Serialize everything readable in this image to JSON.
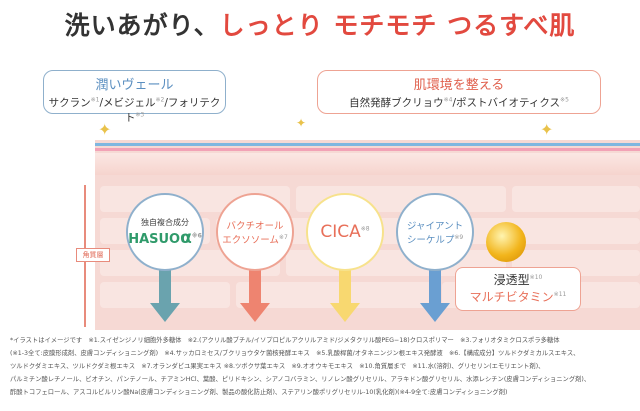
{
  "title": {
    "black": "洗いあがり、",
    "red": "しっとり モチモチ つるすべ肌"
  },
  "veil": {
    "heading": "潤いヴェール",
    "items": [
      {
        "name": "サクラン",
        "note": "※1"
      },
      {
        "name": "/メビジェル",
        "note": "※2"
      },
      {
        "name": "/フォリテクト",
        "note": "※3"
      }
    ]
  },
  "balance": {
    "heading": "肌環境を整える",
    "items": [
      {
        "name": "自然発酵ブクリョウ",
        "note": "※4"
      },
      {
        "name": "/ポストバイオティクス",
        "note": "※5"
      }
    ]
  },
  "layer_label": "角質層",
  "ingredients": [
    {
      "line1": "独自複合成分",
      "line2": "HASUO",
      "alpha": "α",
      "note": "※6",
      "color": "#2f9a6a",
      "border": "#8fb0cc",
      "arrow": "#5f9aa8"
    },
    {
      "line1": "バクチオール",
      "line2": "エクソソーム",
      "note": "※7",
      "color": "#e8705a",
      "border": "#eea393",
      "arrow": "#ec7a66"
    },
    {
      "line1": "CICA",
      "note": "※8",
      "color": "#e8705a",
      "border": "#f7e28c",
      "arrow": "#f7d46a"
    },
    {
      "line1": "ジャイアント",
      "line2": "シーケルプ",
      "note": "※9",
      "color": "#5b8fc0",
      "border": "#8fb0cc",
      "arrow": "#5b8fc0"
    }
  ],
  "vitamin": {
    "line1": "浸透型",
    "note1": "※10",
    "line2": "マルチビタミン",
    "note2": "※11"
  },
  "footnotes": [
    "*イラストはイメージです　※1.スイゼンジノリ細胞外多糖体　※2.(アクリル酸ブチル/イソプロピルアクリルアミド/ジメタクリル酸PEG−18)クロスポリマー　※3.フォリオタミクロスポラ多糖体",
    "(※1-3全て:皮膜形成剤、皮膚コンディショニング剤)　※4.サッカロミセス/ブクリョウタケ菌核発酵エキス　※5.乳酸桿菌/オタネニンジン根エキス発酵液　※6.【構成成分】ツルドクダミカルスエキス、",
    "ツルドクダミエキス、ツルドクダミ根エキス　※7.オランダビユ果実エキス ※8.ツボクサ葉エキス　※9.オオウキモエキス　※10.角質層まで　※11.水(溶剤)、グリセリン(エモリエント剤)、",
    "パルミチン酸レチノール、ビオチン、パンテノール、チアミンHCl、葉酸、ピリドキシン、シアノコバラミン、リノレン酸グリセリル、アラキドン酸グリセリル、水添レシチン(皮膚コンディショニング剤)、",
    "酢酸トコフェロール、アスコルビルリン酸Na(皮膚コンディショニング剤、製品の酸化防止剤)、ステアリン酸ポリグリセリル-10(乳化剤)(※4-9全て:皮膚コンディショニング剤)"
  ]
}
